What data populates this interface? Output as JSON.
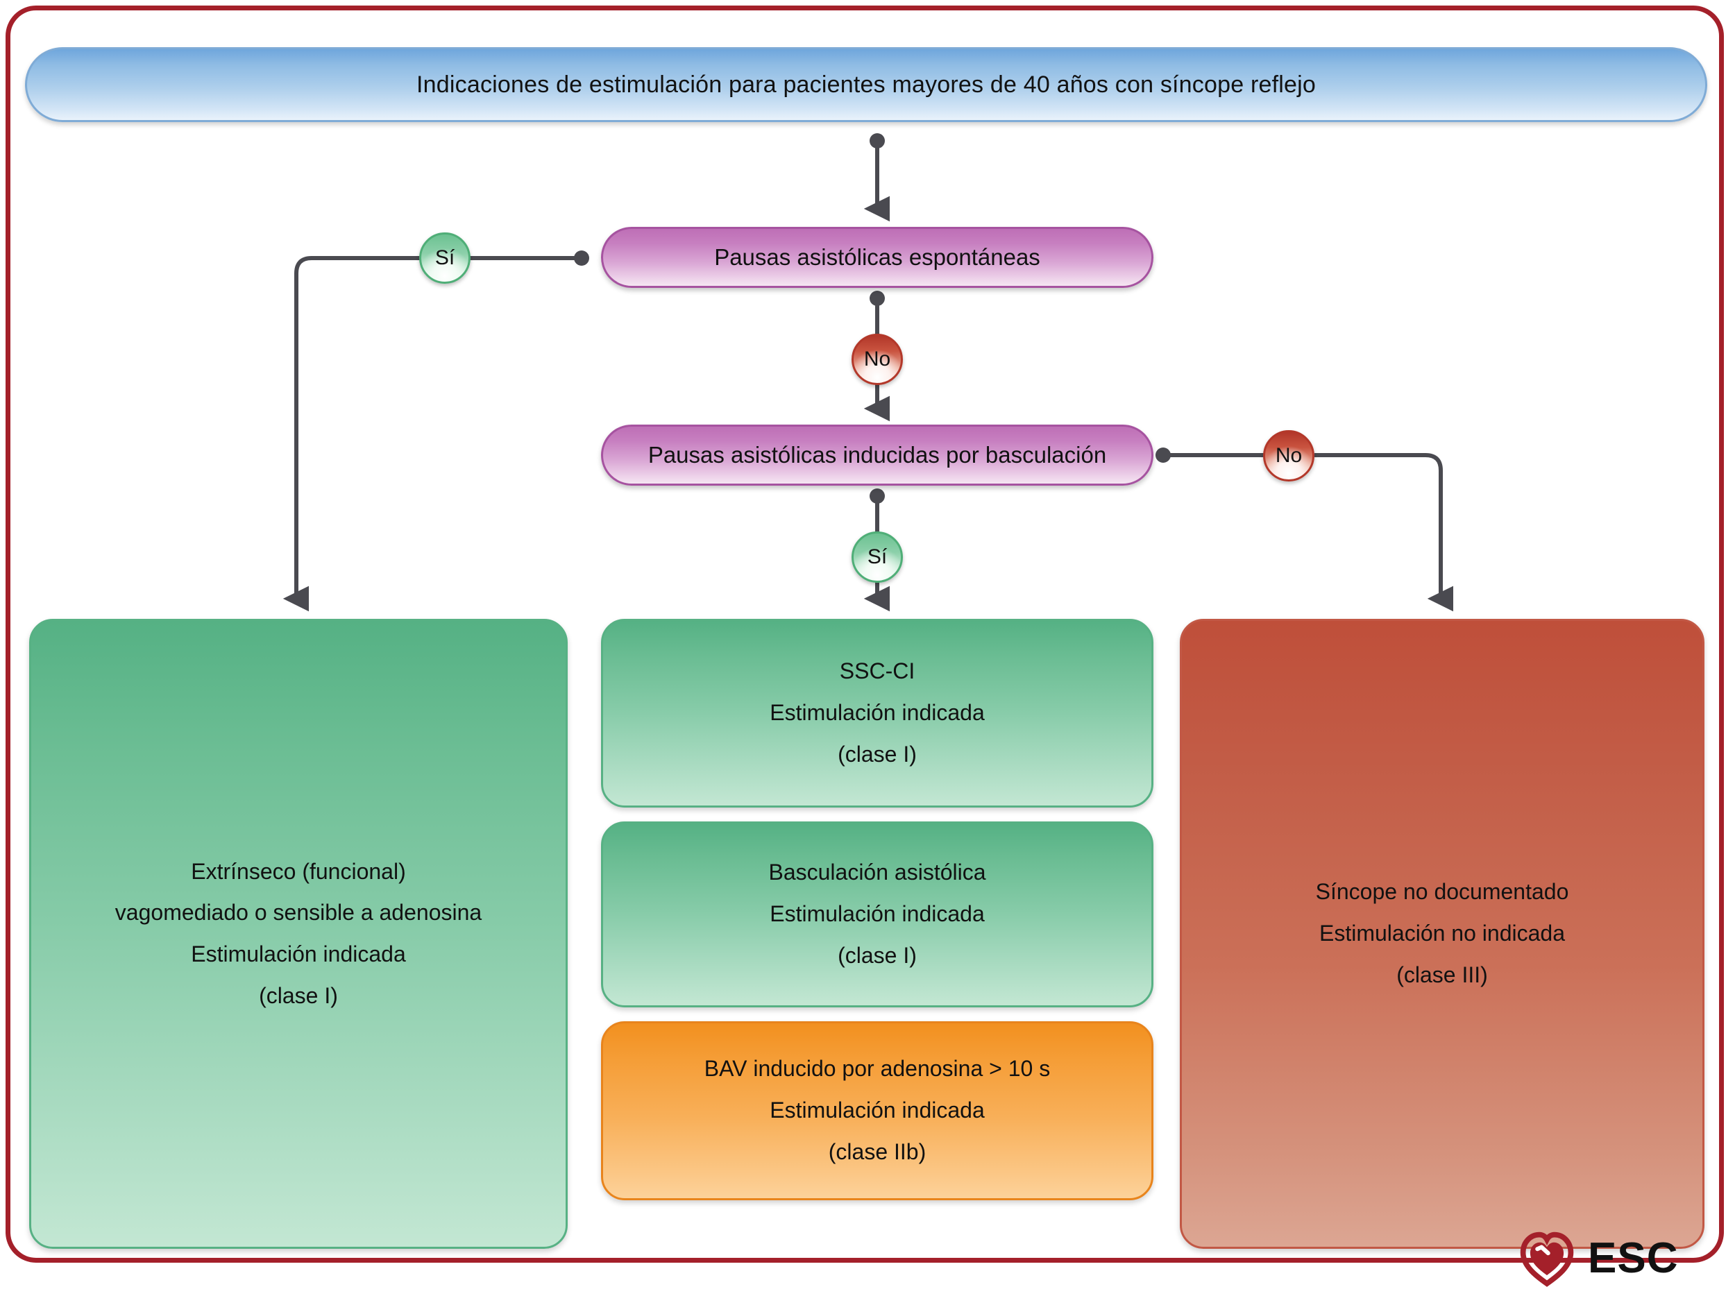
{
  "figure": {
    "title": "Indicaciones de estimulación para pacientes mayores de 40 años con síncope reflejo",
    "type": "flowchart"
  },
  "decisions": [
    {
      "id": "spontaneous",
      "label": "Pausas asistólicas espontáneas"
    },
    {
      "id": "tilt",
      "label": "Pausas asistólicas inducidas por basculación"
    }
  ],
  "branch_labels": {
    "yes_1": "Sí",
    "no_1": "No",
    "no_2": "No",
    "yes_2": "Sí"
  },
  "outcomes": {
    "extrinsic": {
      "lines": [
        "Extrínseco (funcional)",
        "vagomediado o sensible a adenosina",
        "Estimulación indicada",
        "(clase I)"
      ]
    },
    "ssc_ci": {
      "lines": [
        "SSC-CI",
        "Estimulación indicada",
        "(clase I)"
      ]
    },
    "tilt_asystolic": {
      "lines": [
        "Basculación asistólica",
        "Estimulación indicada",
        "(clase I)"
      ]
    },
    "bav_adenosine": {
      "lines": [
        "BAV inducido por adenosina > 10 s",
        "Estimulación indicada",
        "(clase IIb)"
      ]
    },
    "not_documented": {
      "lines": [
        "Síncope no documentado",
        "Estimulación no indicada",
        "(clase III)"
      ]
    }
  },
  "logo": {
    "text": "ESC",
    "icon": "heart-icon"
  },
  "colors": {
    "frame": "#A4202A",
    "title_blue": "#8FBCE4",
    "decision_purple": "#C77FC0",
    "yes_green": "#6CC191",
    "no_red": "#C9533F",
    "class_i_green": "#69BC92",
    "class_iib_orange": "#F59D36",
    "class_iii_red": "#C25C46",
    "connector_gray": "#4A4A50"
  }
}
